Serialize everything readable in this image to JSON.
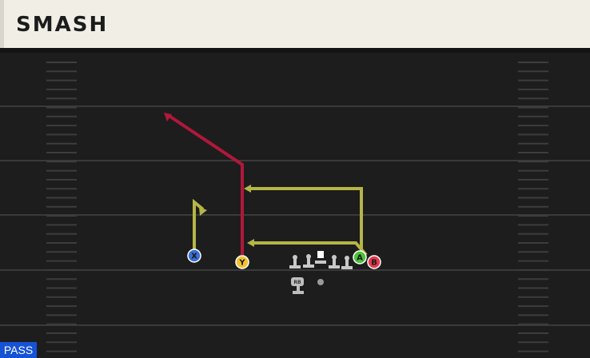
{
  "play": {
    "title": "SMASH",
    "type_badge": "PASS"
  },
  "players": [
    {
      "label": "X",
      "color": "#3a6fd6"
    },
    {
      "label": "Y",
      "color": "#f1c232"
    },
    {
      "label": "A",
      "color": "#4cc23a"
    },
    {
      "label": "B",
      "color": "#e23a4e"
    },
    {
      "label": "RB",
      "color": "#bdbdbd"
    }
  ],
  "colors": {
    "route_yellow": "#b5b548",
    "route_red": "#b0183a",
    "field": "#1d1d1d",
    "yard_line": "#3a3a3a",
    "hash": "#3d3d3d",
    "lineman": "#c8c8c8",
    "center": "#ffffff"
  },
  "icons": {
    "lineman": "lineman-icon",
    "center": "center-icon",
    "qb": "qb-dot-icon",
    "arrowhead": "arrowhead-icon"
  }
}
